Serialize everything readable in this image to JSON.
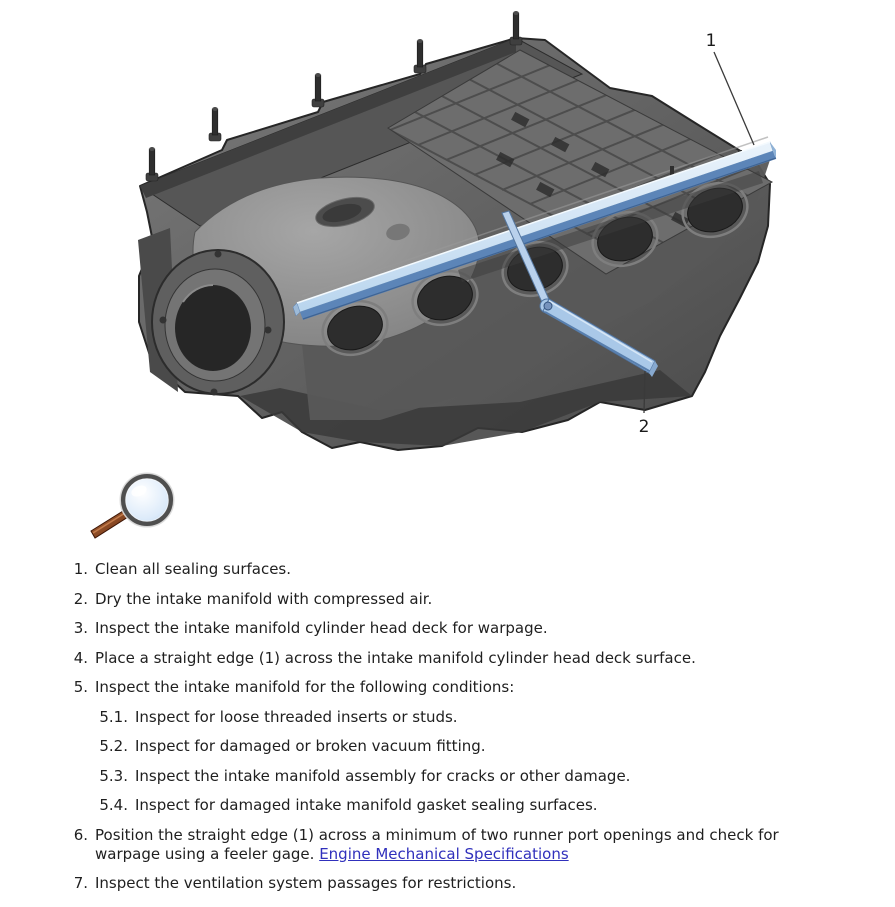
{
  "page": {
    "background": "#ffffff"
  },
  "figure": {
    "callouts": [
      {
        "label": "1"
      },
      {
        "label": "2"
      }
    ],
    "colors": {
      "straight_edge_light": "#cfe3f5",
      "straight_edge_dark": "#5c85b8",
      "manifold_gray_dark": "#3a3a3a",
      "manifold_gray_mid": "#6d6d6d",
      "manifold_gray_light": "#9a9a9a",
      "outline": "#262626"
    }
  },
  "icons": {
    "magnifier": {
      "name": "magnifying-glass",
      "handle_color": "#8a3b1a",
      "lens_color": "#d9e9f9",
      "rim_color": "#4f4f4f"
    }
  },
  "procedure": {
    "text_color": "#1f1f1f",
    "link_color": "#3030bc",
    "items": [
      {
        "num": "1.",
        "text": "Clean all sealing surfaces."
      },
      {
        "num": "2.",
        "text": "Dry the intake manifold with compressed air."
      },
      {
        "num": "3.",
        "text": "Inspect the intake manifold cylinder head deck for warpage."
      },
      {
        "num": "4.",
        "text": "Place a straight edge (1) across the intake manifold cylinder head deck surface."
      },
      {
        "num": "5.",
        "text": "Inspect the intake manifold for the following conditions:"
      },
      {
        "num": "5.1.",
        "text": "Inspect for loose threaded inserts or studs."
      },
      {
        "num": "5.2.",
        "text": "Inspect for damaged or broken vacuum fitting."
      },
      {
        "num": "5.3.",
        "text": "Inspect the intake manifold assembly for cracks or other damage."
      },
      {
        "num": "5.4.",
        "text": "Inspect for damaged intake manifold gasket sealing surfaces."
      },
      {
        "num": "6.",
        "text_line1": "Position the straight edge (1) across a minimum of two runner port openings and check for",
        "text_line2": "warpage using a feeler gage.",
        "link": "Engine Mechanical Specifications"
      },
      {
        "num": "7.",
        "text": "Inspect the ventilation system passages for restrictions."
      }
    ]
  }
}
